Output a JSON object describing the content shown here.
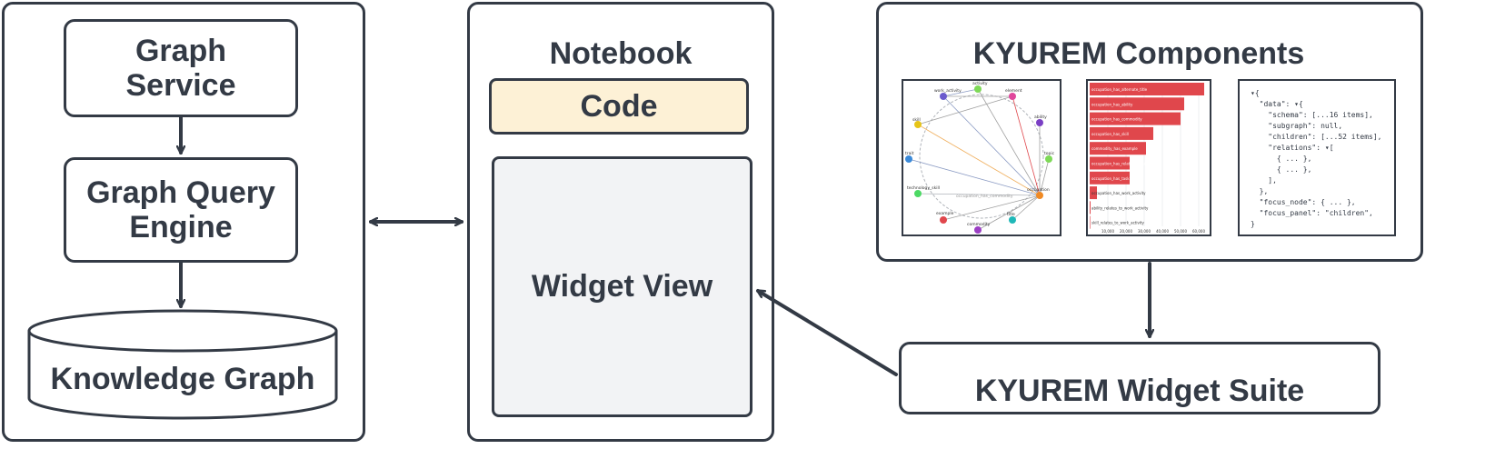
{
  "colors": {
    "stroke": "#333a45",
    "code_fill": "#fdf1d6",
    "widget_fill": "#f2f3f5",
    "bar": "#e0474c"
  },
  "left_panel": {
    "graph_service": "Graph\nService",
    "query_engine": "Graph Query\nEngine",
    "knowledge_graph": "Knowledge Graph"
  },
  "notebook": {
    "title": "Notebook",
    "code": "Code",
    "widget_view": "Widget View"
  },
  "components": {
    "title": "KYUREM Components"
  },
  "suite": {
    "label": "KYUREM Widget Suite"
  },
  "graph_thumb": {
    "nodes": [
      "work_activity",
      "activity",
      "element",
      "skill",
      "ability",
      "trait",
      "topic",
      "technology_skill",
      "occupation",
      "example",
      "commodity",
      "title"
    ],
    "edge_label": "occupation_has_commodity"
  },
  "bar_thumb": {
    "chart_data": {
      "type": "bar",
      "orientation": "horizontal",
      "categories": [
        "occupation_has_alternate_title",
        "occupation_has_ability",
        "occupation_has_commodity",
        "occupation_has_skill",
        "commodity_has_example",
        "occupation_has_related_occupation",
        "occupation_has_task",
        "occupation_has_work_activity",
        "ability_relates_to_work_activity",
        "skill_relates_to_work_activity"
      ],
      "values": [
        63000,
        52000,
        50000,
        35000,
        31000,
        22000,
        22000,
        4000,
        500,
        300
      ],
      "xlim": [
        0,
        64000
      ],
      "xticks": [
        "10,000",
        "20,000",
        "30,000",
        "40,000",
        "50,000",
        "60,000"
      ],
      "grid": true
    }
  },
  "json_thumb": {
    "lines": [
      "▾{",
      "  \"data\": ▾{",
      "    \"schema\": [...16 items],",
      "    \"subgraph\": null,",
      "    \"children\": [...52 items],",
      "    \"relations\": ▾[",
      "      { ... },",
      "      { ... },",
      "    ],",
      "  },",
      "  \"focus_node\": { ... },",
      "  \"focus_panel\": \"children\",",
      "}"
    ]
  }
}
